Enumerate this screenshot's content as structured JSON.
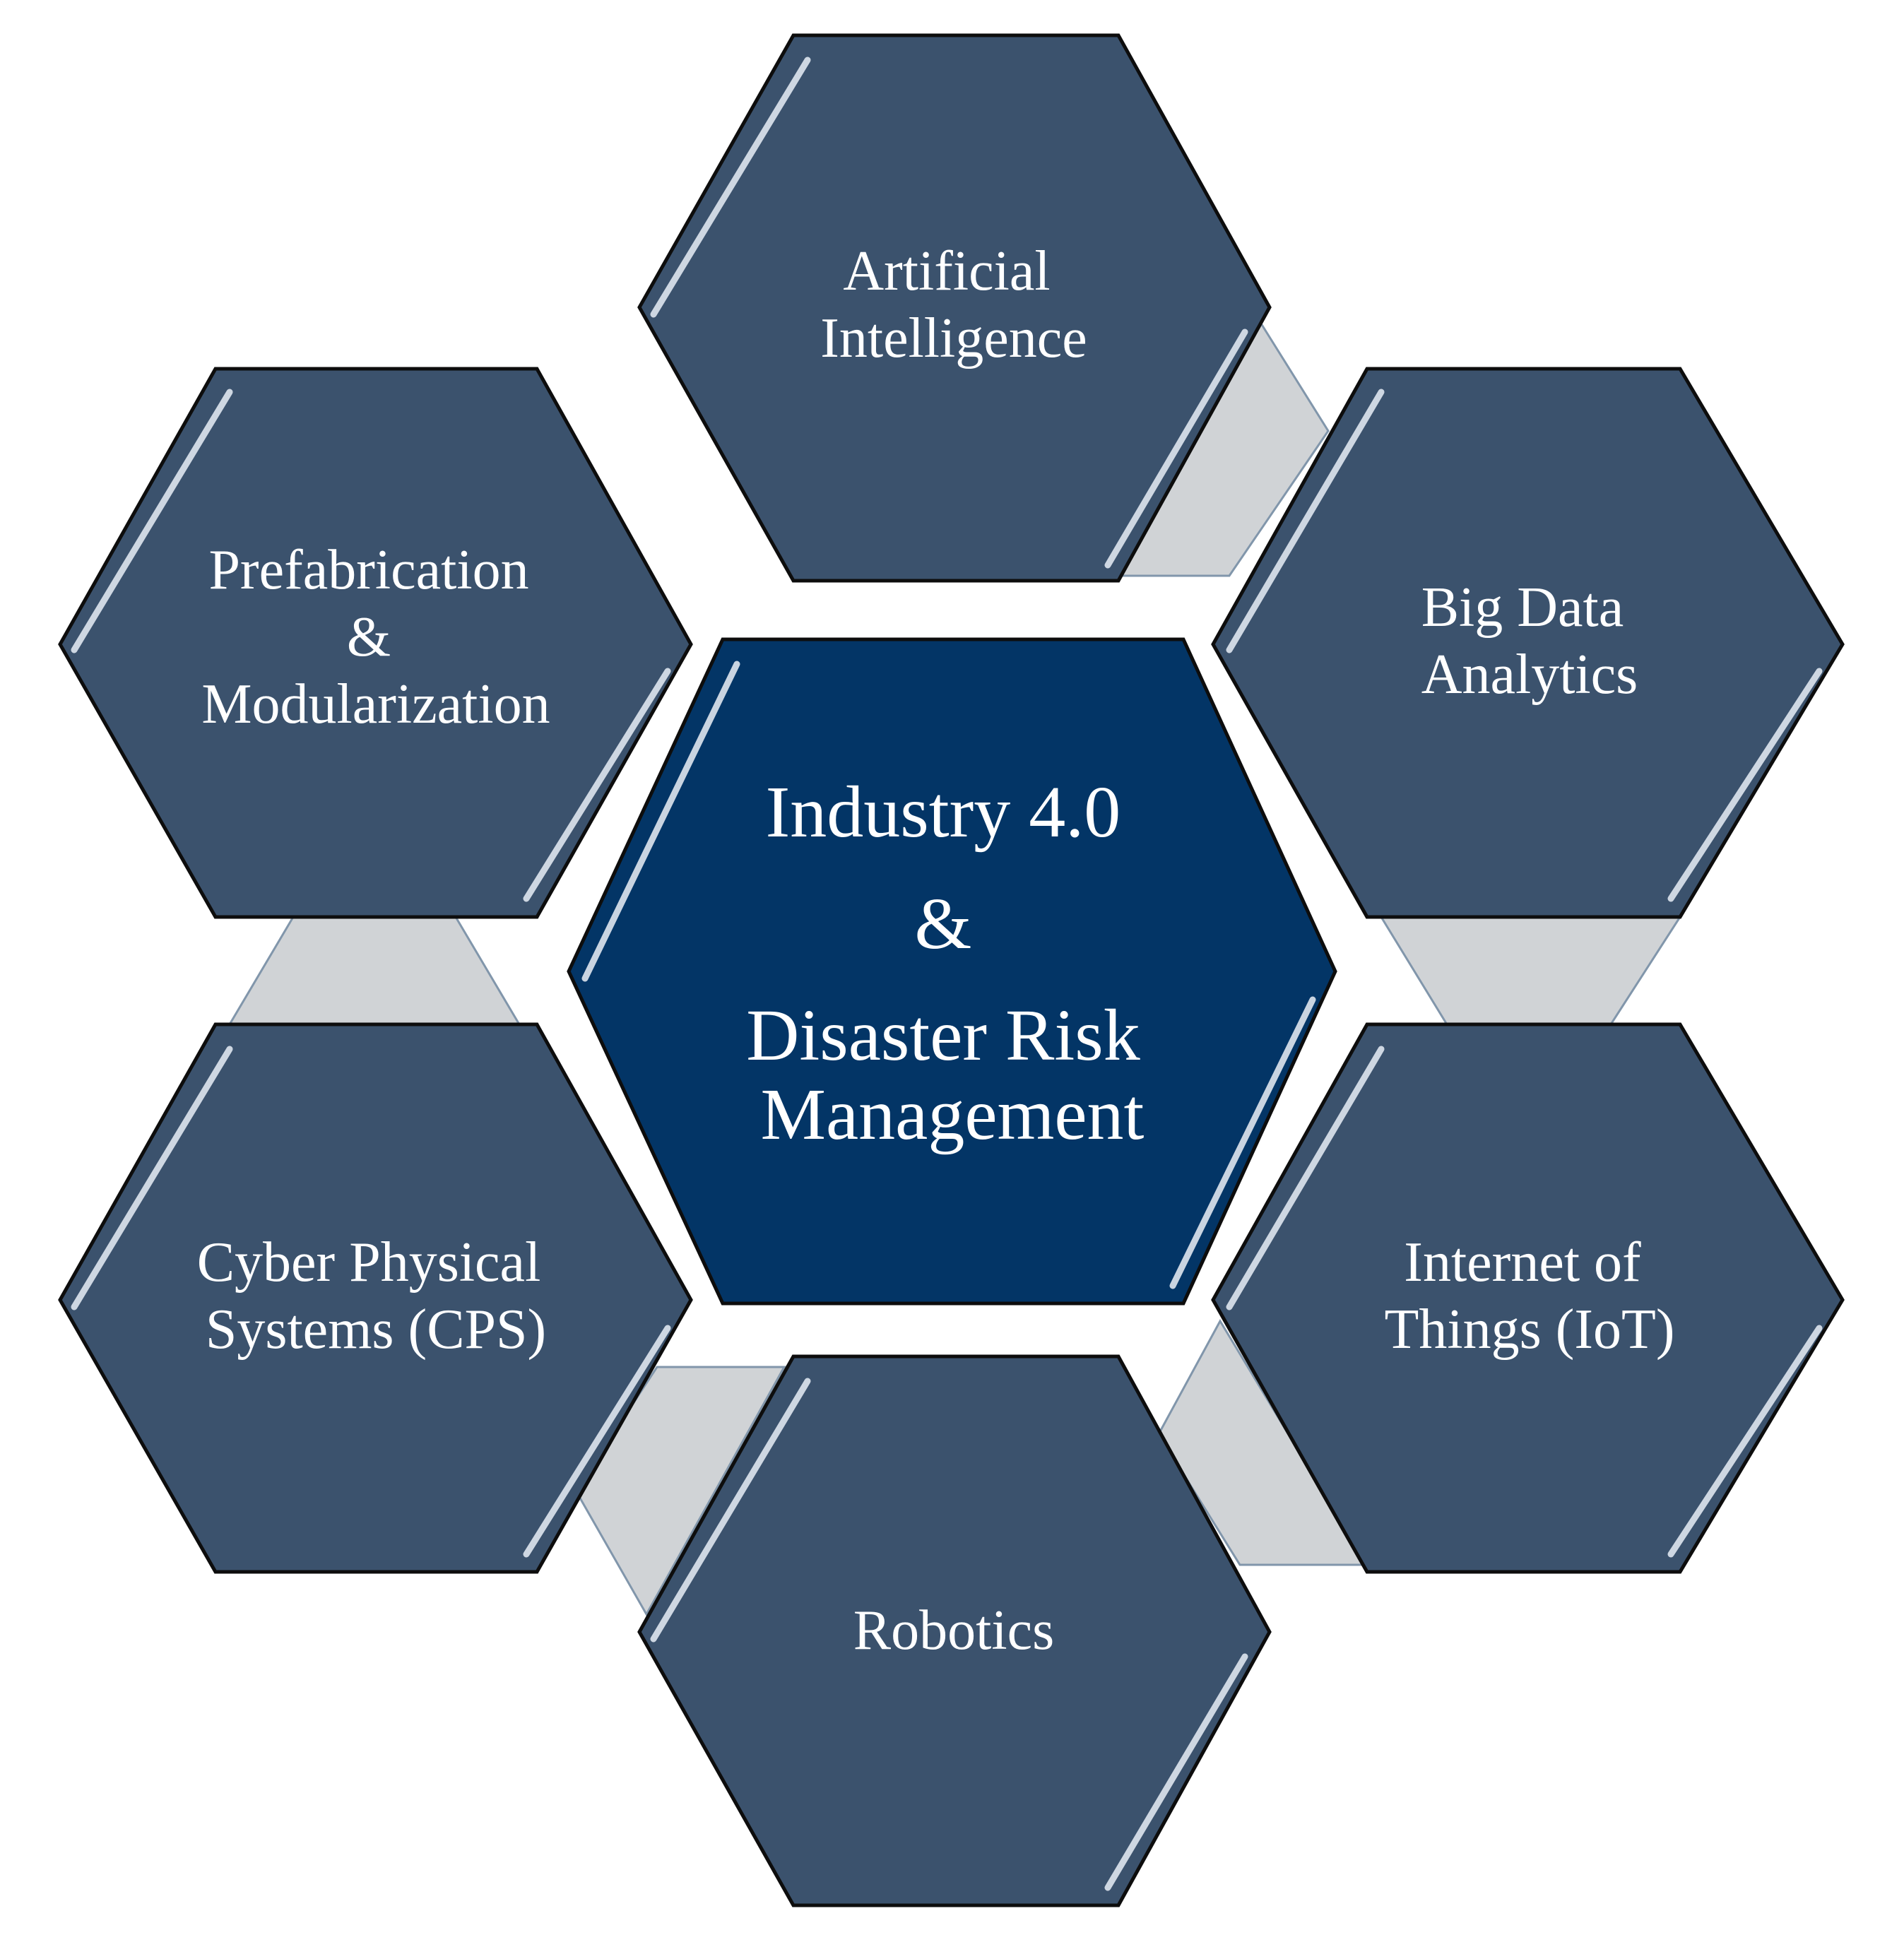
{
  "center": {
    "lines": [
      "Industry 4.0",
      "&",
      "Disaster Risk",
      "Management"
    ],
    "fill": "#033566"
  },
  "nodes": [
    {
      "id": "ai",
      "lines": [
        "Artificial",
        "Intelligence"
      ]
    },
    {
      "id": "bigdata",
      "lines": [
        "Big Data",
        "Analytics"
      ]
    },
    {
      "id": "iot",
      "lines": [
        "Internet of",
        "Things (IoT)"
      ]
    },
    {
      "id": "robotics",
      "lines": [
        "Robotics"
      ]
    },
    {
      "id": "cps",
      "lines": [
        "Cyber Physical",
        "Systems (CPS)"
      ]
    },
    {
      "id": "prefab",
      "lines": [
        "Prefabrication",
        "&",
        "Modularization"
      ]
    }
  ],
  "colors": {
    "node_fill": "#3b526d",
    "connector_fill": "#d0d3d6",
    "connector_stroke": "#8196ab",
    "outline": "#0d0d0d",
    "highlight": "#dfe6ef"
  }
}
